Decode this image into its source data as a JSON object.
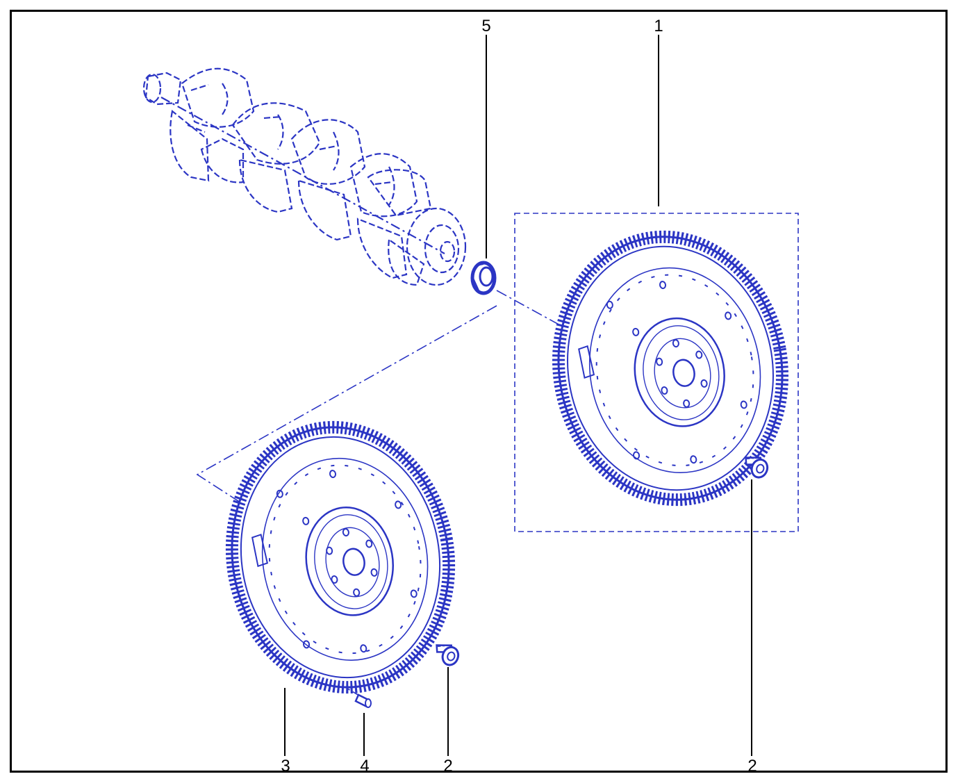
{
  "colors": {
    "ink": "#2b35c4",
    "leader": "#000000",
    "frame": "#000000",
    "background": "#ffffff"
  },
  "callouts": [
    {
      "id": "c1",
      "label": "1",
      "part": "flywheel-assembly-top"
    },
    {
      "id": "c5",
      "label": "5",
      "part": "crankshaft-seal"
    },
    {
      "id": "c3",
      "label": "3",
      "part": "flywheel-bottom"
    },
    {
      "id": "c4",
      "label": "4",
      "part": "dowel-pin"
    },
    {
      "id": "c2a",
      "label": "2",
      "part": "bolt-bottom"
    },
    {
      "id": "c2b",
      "label": "2",
      "part": "bolt-right"
    }
  ]
}
